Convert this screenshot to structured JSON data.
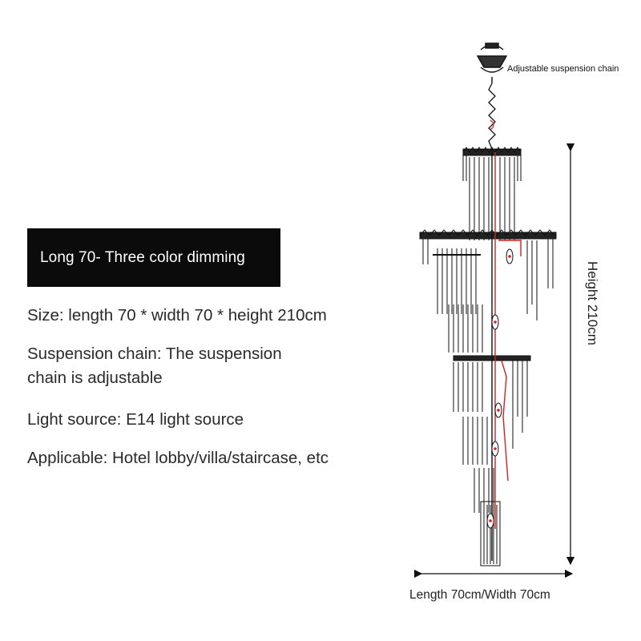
{
  "title_box": {
    "text": "Long 70- Three color dimming"
  },
  "specs": {
    "size": "Size: length 70 * width 70 * height 210cm",
    "suspension_line1": "Suspension chain: The suspension",
    "suspension_line2": "chain is adjustable",
    "light_source": "Light source: E14 light source",
    "applicable": "Applicable: Hotel lobby/villa/staircase, etc"
  },
  "figure": {
    "chain_label": "Adjustable suspension chain",
    "height_label": "Height 210cm",
    "width_label": "Length 70cm/Width 70cm"
  },
  "colors": {
    "title_bg": "#0b0b0b",
    "accent_red": "#d42020",
    "line": "#111111"
  }
}
